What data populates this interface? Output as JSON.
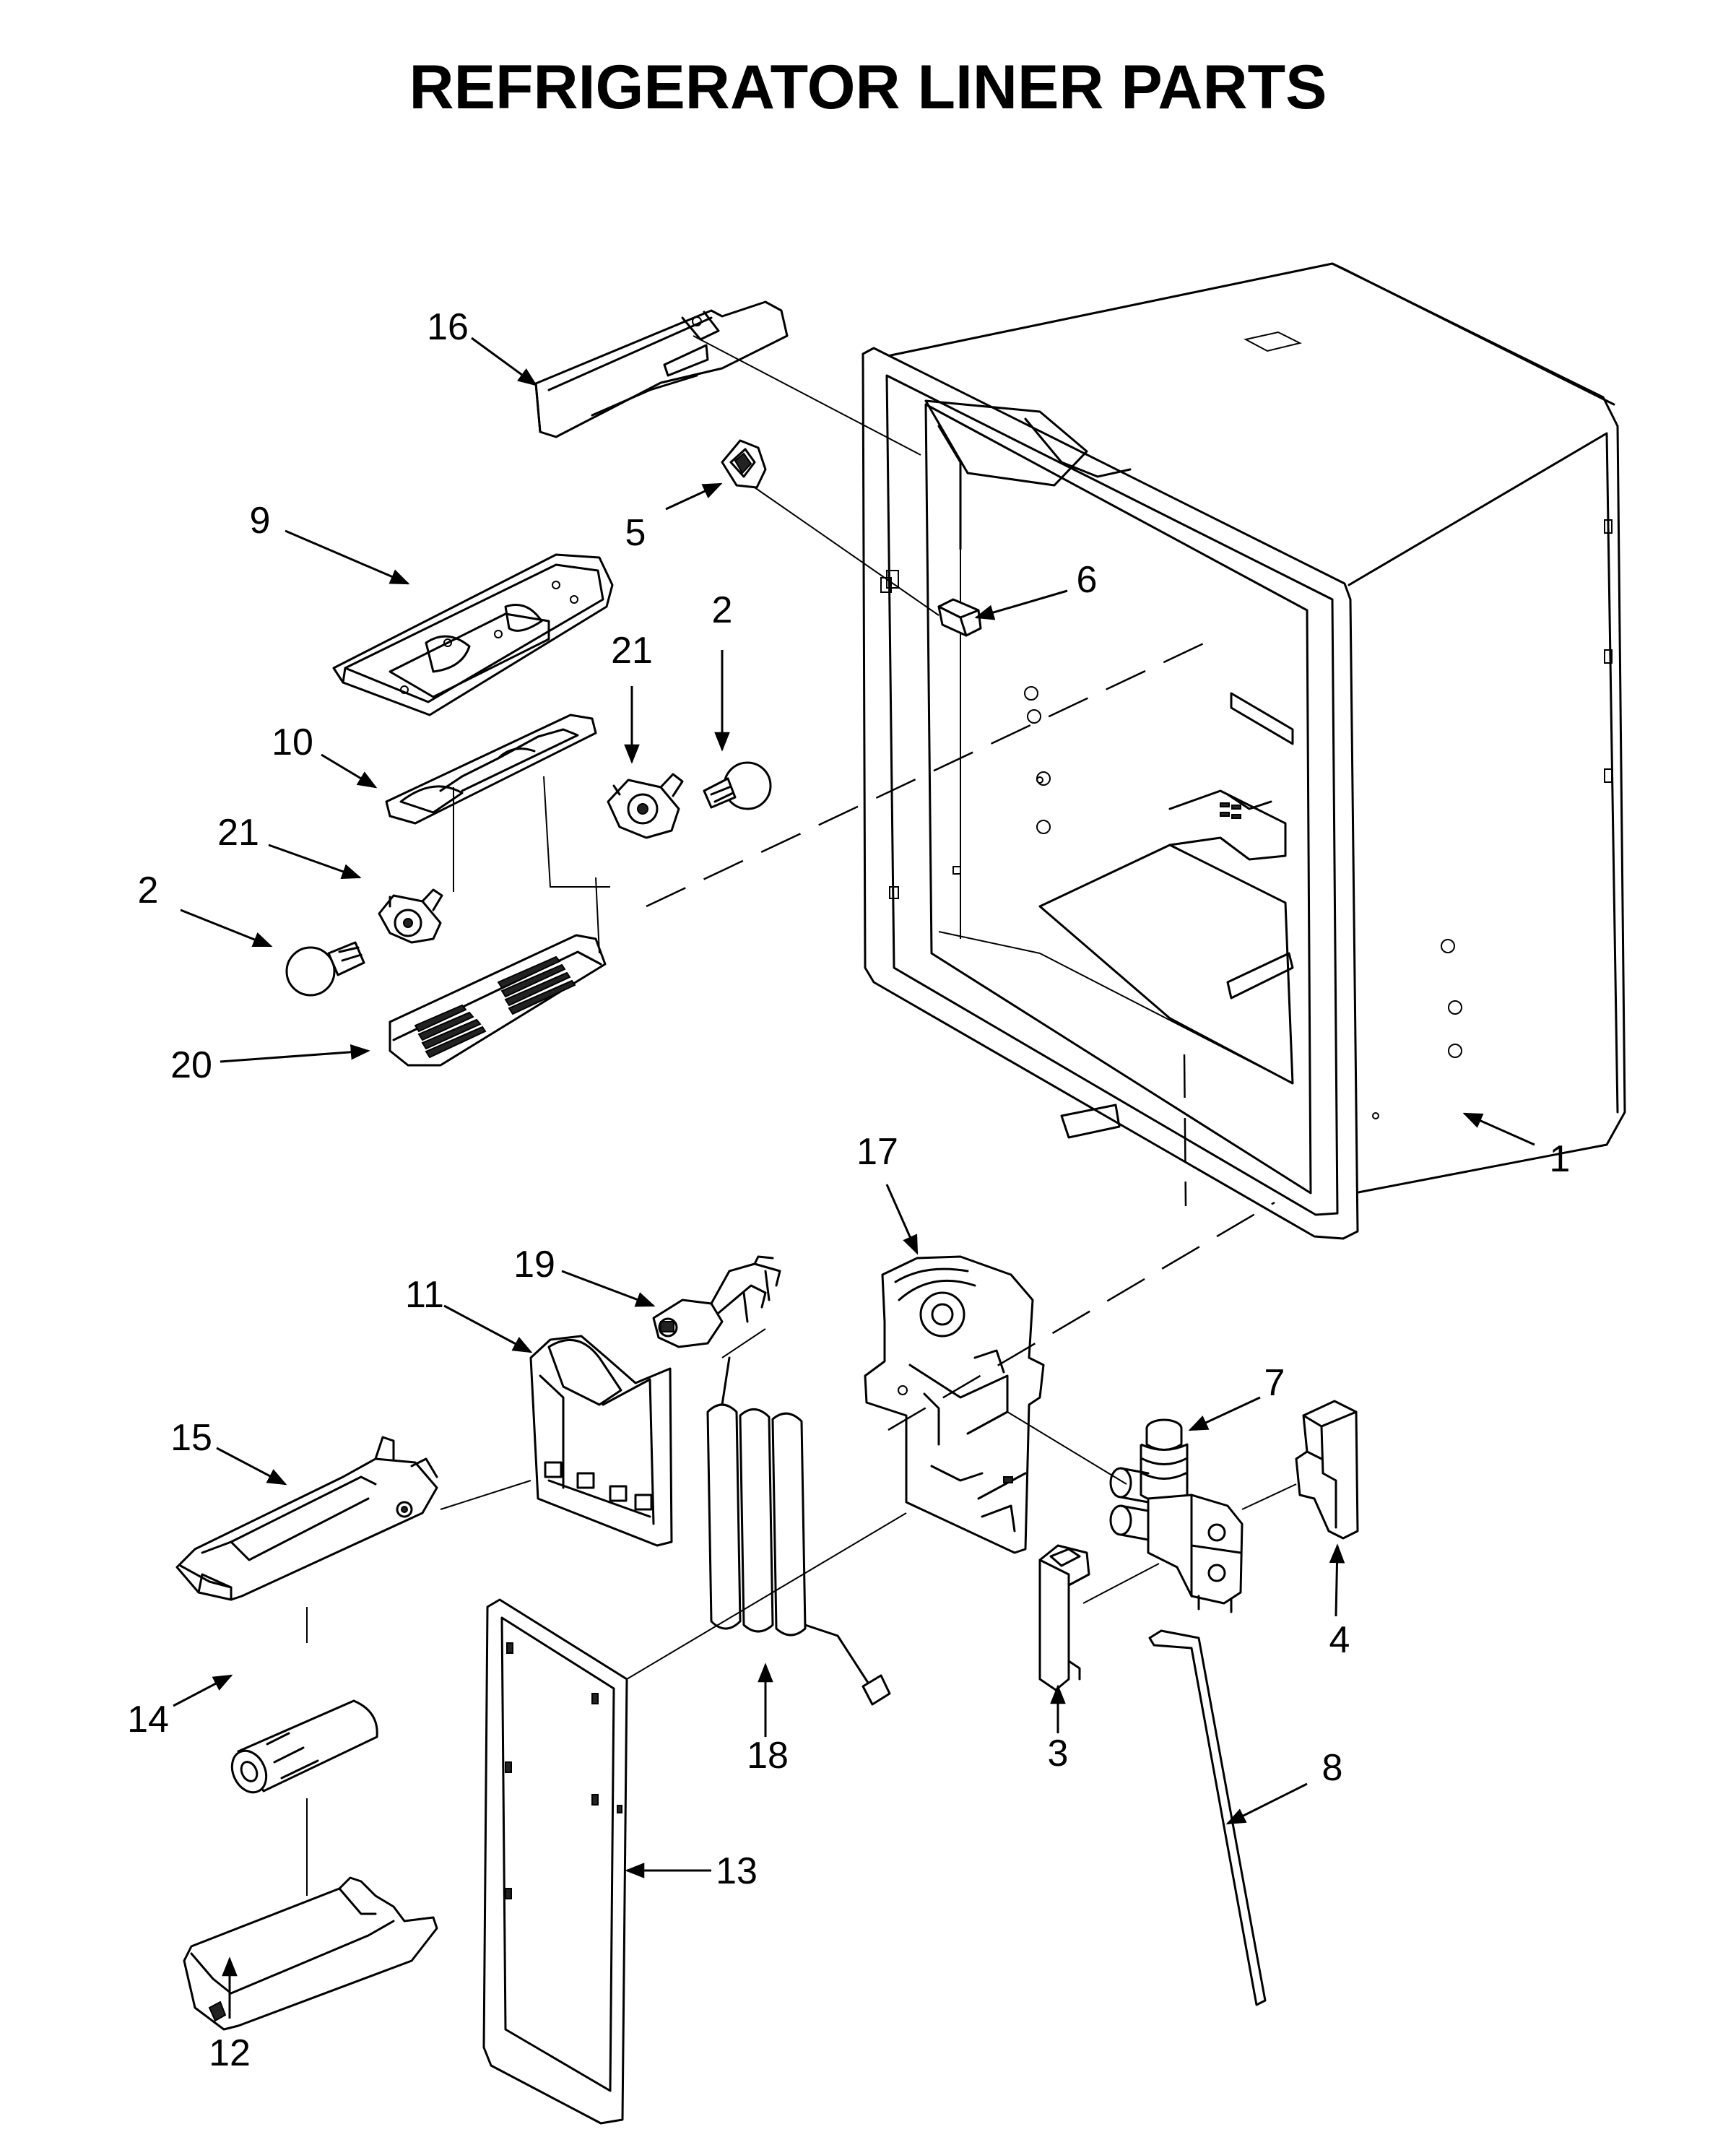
{
  "title": "REFRIGERATOR LINER PARTS",
  "callouts": [
    {
      "id": "c1",
      "label": "1"
    },
    {
      "id": "c2a",
      "label": "2"
    },
    {
      "id": "c2b",
      "label": "2"
    },
    {
      "id": "c3",
      "label": "3"
    },
    {
      "id": "c4",
      "label": "4"
    },
    {
      "id": "c5",
      "label": "5"
    },
    {
      "id": "c6",
      "label": "6"
    },
    {
      "id": "c7",
      "label": "7"
    },
    {
      "id": "c8",
      "label": "8"
    },
    {
      "id": "c9",
      "label": "9"
    },
    {
      "id": "c10",
      "label": "10"
    },
    {
      "id": "c11",
      "label": "11"
    },
    {
      "id": "c12",
      "label": "12"
    },
    {
      "id": "c13",
      "label": "13"
    },
    {
      "id": "c14",
      "label": "14"
    },
    {
      "id": "c15",
      "label": "15"
    },
    {
      "id": "c16",
      "label": "16"
    },
    {
      "id": "c17",
      "label": "17"
    },
    {
      "id": "c18",
      "label": "18"
    },
    {
      "id": "c19",
      "label": "19"
    },
    {
      "id": "c20",
      "label": "20"
    },
    {
      "id": "c21a",
      "label": "21"
    },
    {
      "id": "c21b",
      "label": "21"
    }
  ]
}
